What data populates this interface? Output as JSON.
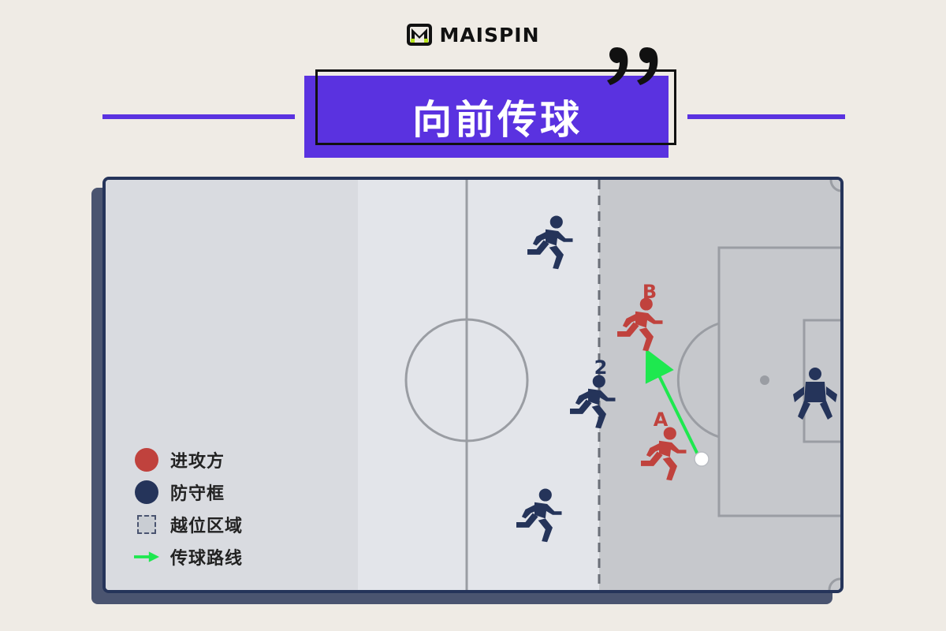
{
  "brand": {
    "name": "MAISPIN",
    "icon": "maispin-logo-icon"
  },
  "title": {
    "text": "向前传球"
  },
  "colors": {
    "accent": "#5a32e0",
    "attacker": "#c0423d",
    "defender": "#25345a",
    "pass_route": "#1ee84f",
    "background": "#efebe5"
  },
  "diagram": {
    "players": [
      {
        "team": "defender",
        "label": ""
      },
      {
        "team": "attacker",
        "label": "B"
      },
      {
        "team": "defender",
        "label": "2"
      },
      {
        "team": "attacker",
        "label": "A"
      },
      {
        "team": "defender",
        "label": ""
      },
      {
        "team": "goalkeeper",
        "label": ""
      }
    ]
  },
  "legend": [
    {
      "label": "进攻方",
      "swatch": "red-dot"
    },
    {
      "label": "防守框",
      "swatch": "navy-dot"
    },
    {
      "label": "越位区域",
      "swatch": "dashed-square"
    },
    {
      "label": "传球路线",
      "swatch": "green-arrow"
    }
  ]
}
